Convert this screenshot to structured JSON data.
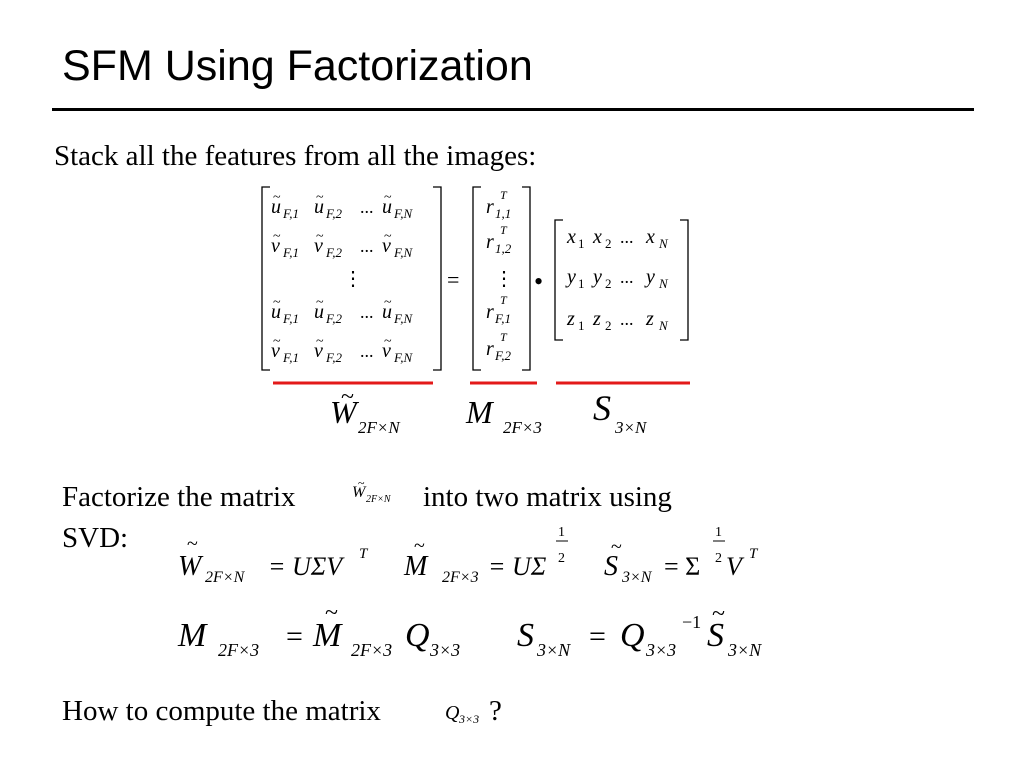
{
  "title": "SFM Using Factorization",
  "stack_text": "Stack all the features from all the images:",
  "matrix_equation": {
    "lhs_rows": [
      {
        "var": "u",
        "s1": "F,1",
        "s2": "F,2",
        "sn": "F,N"
      },
      {
        "var": "v",
        "s1": "F,1",
        "s2": "F,2",
        "sn": "F,N"
      },
      {
        "var": "u",
        "s1": "F,1",
        "s2": "F,2",
        "sn": "F,N"
      },
      {
        "var": "v",
        "s1": "F,1",
        "s2": "F,2",
        "sn": "F,N"
      }
    ],
    "m_rows": [
      {
        "var": "r",
        "sub": "1,1",
        "sup": "T"
      },
      {
        "var": "r",
        "sub": "1,2",
        "sup": "T"
      },
      {
        "var": "r",
        "sub": "F,1",
        "sup": "T"
      },
      {
        "var": "r",
        "sub": "F,2",
        "sup": "T"
      }
    ],
    "s_rows": [
      {
        "v": "x",
        "s1": "1",
        "s2": "2",
        "sn": "N"
      },
      {
        "v": "y",
        "s1": "1",
        "s2": "2",
        "sn": "N"
      },
      {
        "v": "z",
        "s1": "1",
        "s2": "2",
        "sn": "N"
      }
    ],
    "equals": "=",
    "dot": "•",
    "ellipsis": "...",
    "vdots": "⋮",
    "tilde": "~"
  },
  "labels": {
    "w": {
      "letter": "W",
      "sub": "2F×N"
    },
    "m": {
      "letter": "M",
      "sub": "2F×3"
    },
    "s": {
      "letter": "S",
      "sub": "3×N"
    },
    "underline_color": "#e31a1a"
  },
  "factorize": {
    "line1_a": "Factorize the matrix",
    "line1_b": "into two matrix using",
    "line2": "SVD:",
    "inline_w": {
      "letter": "W",
      "sub": "2F×N"
    }
  },
  "eq1": {
    "w_letter": "W",
    "w_sub": "2F×N",
    "w_rhs": "= UΣV",
    "w_sup": "T",
    "m_letter": "M",
    "m_sub": "2F×3",
    "m_rhs": "= UΣ",
    "half_num": "1",
    "half_den": "2",
    "s_letter": "S",
    "s_sub": "3×N",
    "s_rhs_a": "= Σ",
    "s_rhs_b": "V",
    "s_sup": "T"
  },
  "eq2": {
    "m": "M",
    "m_sub": "2F×3",
    "eq": "=",
    "mt": "M",
    "mt_sub": "2F×3",
    "q": "Q",
    "q_sub": "3×3",
    "s": "S",
    "s_sub": "3×N",
    "eq2": "=",
    "q2": "Q",
    "q2_sub": "3×3",
    "inv": "−1",
    "st": "S",
    "st_sub": "3×N"
  },
  "question": {
    "text": "How to compute the matrix",
    "q": "Q",
    "q_sub": "3×3",
    "mark": "?"
  }
}
